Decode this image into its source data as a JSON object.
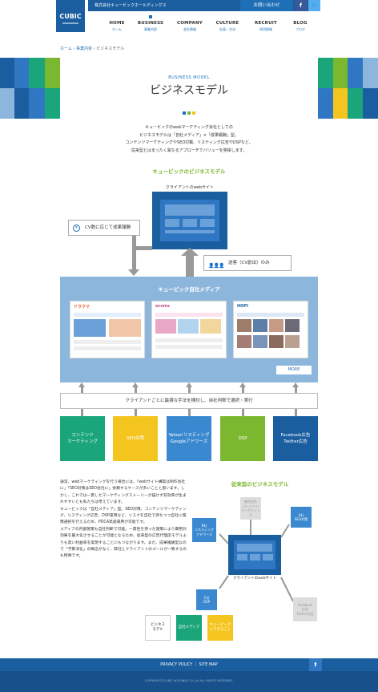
{
  "header": {
    "company": "株式会社キュービックホールディングス",
    "contact": "お問い合わせ",
    "facebook": "f",
    "twitter": "🐦",
    "logo": "CUBIC",
    "nav": [
      {
        "en": "HOME",
        "jp": "ホーム"
      },
      {
        "en": "BUSINESS",
        "jp": "事業内容"
      },
      {
        "en": "COMPANY",
        "jp": "会社情報"
      },
      {
        "en": "CULTURE",
        "jp": "社風・文化"
      },
      {
        "en": "RECRUIT",
        "jp": "採用情報"
      },
      {
        "en": "BLOG",
        "jp": "ブログ"
      }
    ]
  },
  "breadcrumb": {
    "home": "ホーム",
    "business": "事業内容",
    "sep": "›",
    "current": "ビジネスモデル"
  },
  "title": {
    "en": "BUSINESS MODEL",
    "jp": "ビジネスモデル"
  },
  "intro": [
    "キュービックのwebマーケティング会社としての",
    "ビジネスモデルは「自社メディア」×「成果報酬」型。",
    "コンテンツマーケティングやSEO対策、リスティング広告やDSPなど、",
    "従来型とはまったく異なるアプローチでバリューを発揮します。"
  ],
  "diagram1": {
    "heading": "キュービックのビジネスモデル",
    "client_site": "クライアントのwebサイト",
    "cv_note": "CV数に応じて成果報酬",
    "leads_icon": "👤👤👤",
    "leads_note": "送客（CV創出）のみ",
    "media_title": "キュービック自社メディア",
    "more": "MORE",
    "shots": [
      "ドラクマ",
      "ecoms",
      "HOPI"
    ],
    "select_bar": "クライアントごとに最適な手法を検討し、自社判断で選択・実行",
    "channels": [
      "コンテンツ\nマーケティング",
      "SEO対策",
      "Yahoo!リスティング\nGoogleアドワーズ",
      "DSP",
      "Facebook広告\nTwitter広告"
    ]
  },
  "body": [
    "通常、webマーケティングを行う場合には、「webサイト構築は制作会社に」「SEO対策はSEO会社に」依頼するケースが多いことと思います。しかし、これでは一貫したマーケティングストーリーが描けず非効率が生まれやすいとも私たちは考えています。",
    "キュービックは「自社メディア」型。SEO対策、コンテンツマーケティング、リスティング広告、DSP運用など、リスクを自社で持ちつつ自社に施策選択を行えるため、PDCA高速運用が可能です。",
    "メディアの内部施策も自社判断で可能。一貫性を持った施策により費用対効果を最大化させることが可能となるため、従来型の広告代理店モデルよりも高い利益率を実現することにもつながります。また、成果報酬型なので「予算消化」の概念がなく、弊社とクライアントのゴールが一致するのも特徴です。"
  ],
  "diagram2": {
    "heading": "従来型のビジネスモデル",
    "nodes": [
      "A社\nSEO対策",
      "B社\nリスティング\nアドワーズ",
      "C社\nDSP",
      "制作会社\nコンテンツ\nマーケティング",
      "Facebook\n広告\nTwitter広告"
    ],
    "client_site": "クライアントのwebサイト"
  },
  "bottom_tiles": [
    "ビジネス\nモデル",
    "自社メディア",
    "キュービック\nとできること"
  ],
  "footer": {
    "links": "PRIVACY POLICY ｜ SITE MAP",
    "up": "⬆",
    "copyright": "COPYRIGHT©CUBIC HOLDINGS Co.,Ltd ALL RIGHTS RESERVED."
  },
  "colors": {
    "blue": "#1a5ea0",
    "green": "#7cb82f",
    "yellow": "#f4c51f",
    "teal": "#1aa57a",
    "light": "#8db6dc"
  }
}
